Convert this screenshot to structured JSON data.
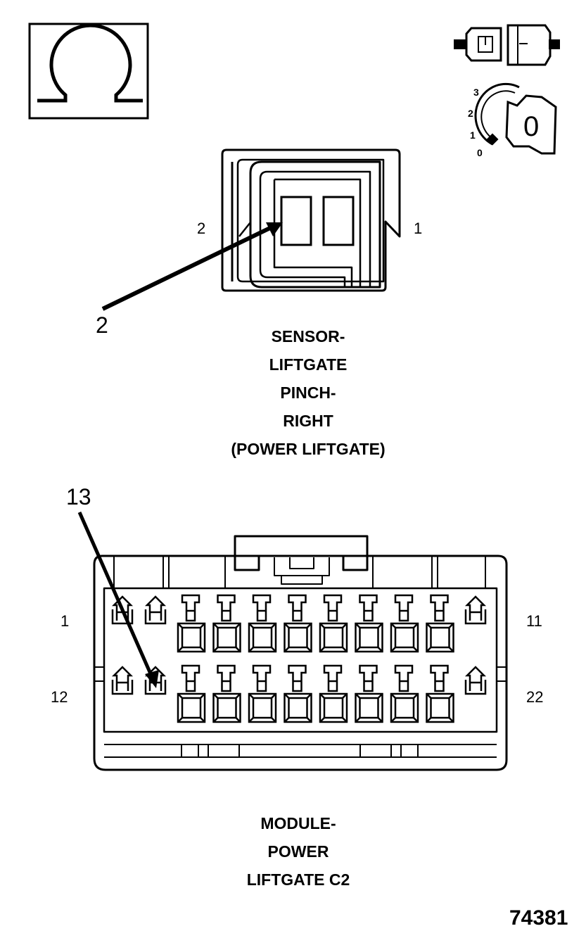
{
  "sensor_connector": {
    "title_lines": [
      "SENSOR-",
      "LIFTGATE",
      "PINCH-",
      "RIGHT",
      "(POWER LIFTGATE)"
    ],
    "pin_label_left": "2",
    "pin_label_right": "1",
    "callout": "2"
  },
  "module_connector": {
    "title_lines": [
      "MODULE-",
      "POWER",
      "LIFTGATE C2"
    ],
    "row1_left": "1",
    "row1_right": "11",
    "row2_left": "12",
    "row2_right": "22",
    "callout": "13"
  },
  "icons": {
    "ohmmeter": "ohm-symbol-icon",
    "connector": "unplugged-connector-icon",
    "ignition": "ignition-key-icon"
  },
  "ignition_positions": [
    "3",
    "2",
    "1",
    "0"
  ],
  "ignition_key_label": "0",
  "figure_number": "74381"
}
